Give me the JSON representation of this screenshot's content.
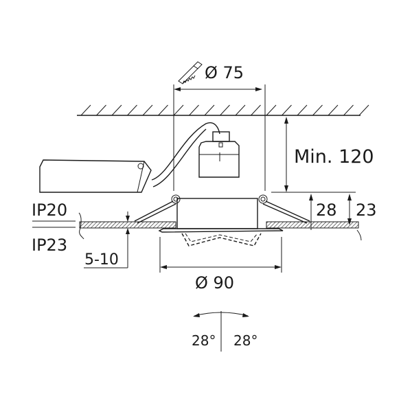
{
  "diagram": {
    "cutout_diameter": "Ø 75",
    "min_depth": "Min. 120",
    "height_total": "28",
    "height_recess": "23",
    "ip_above": "IP20",
    "ip_below": "IP23",
    "ceiling_thickness": "5-10",
    "flange_diameter": "Ø 90",
    "tilt_left": "28°",
    "tilt_right": "28°",
    "icons": [
      "saw-icon"
    ]
  }
}
